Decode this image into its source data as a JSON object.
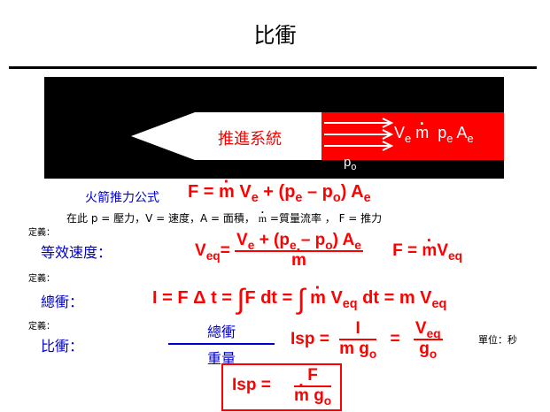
{
  "title": "比衝",
  "banner": {
    "engine_label": "推進系統",
    "exit_V": "V",
    "exit_V_sub": "e",
    "exit_m": "m",
    "exit_p": "p",
    "exit_p_sub": "e",
    "exit_A": "A",
    "exit_A_sub": "e",
    "ambient": "p",
    "ambient_sub": "o"
  },
  "thrust": {
    "label": "火箭推力公式",
    "eq": [
      "F  =",
      "m",
      "V",
      "e",
      "+ (p",
      "e",
      "– p",
      "o",
      ") A",
      "e"
    ]
  },
  "where_text": "在此 p = 壓力，V = 速度，A = 面積，",
  "where_text2": "=質量流率 ， F = 推力",
  "where_m": "m",
  "def1": {
    "tag": "定義：",
    "label": "等效速度："
  },
  "veq": {
    "lhs": "V",
    "lhs_sub": "eq",
    "eq": "=",
    "num": [
      "V",
      "e",
      "+ (p",
      "e",
      "– p",
      "o",
      ") A",
      "e"
    ],
    "den": "m",
    "rhs": [
      "F  =",
      "m",
      "V",
      "eq"
    ]
  },
  "def2": {
    "tag": "定義：",
    "label": "總衝："
  },
  "impulse": [
    "I = F",
    "Δ",
    "t =",
    "∫",
    "F dt  =",
    "∫",
    "m",
    "V",
    "eq",
    "dt  = m V",
    "eq"
  ],
  "def3": {
    "tag": "定義：",
    "label": "比衝："
  },
  "isp_ratio": {
    "num": "總衝",
    "den": "重量"
  },
  "isp": {
    "lhs": "Isp  =",
    "num1": "I",
    "den1": [
      "m g",
      "o"
    ],
    "eq2": "=",
    "num2": [
      "V",
      "eq"
    ],
    "den2": [
      "g",
      "o"
    ]
  },
  "unit": "單位：秒",
  "boxed": {
    "lhs": "Isp  =",
    "num": "F",
    "den_m": "m",
    "den_g": "g",
    "den_sub": "o"
  }
}
